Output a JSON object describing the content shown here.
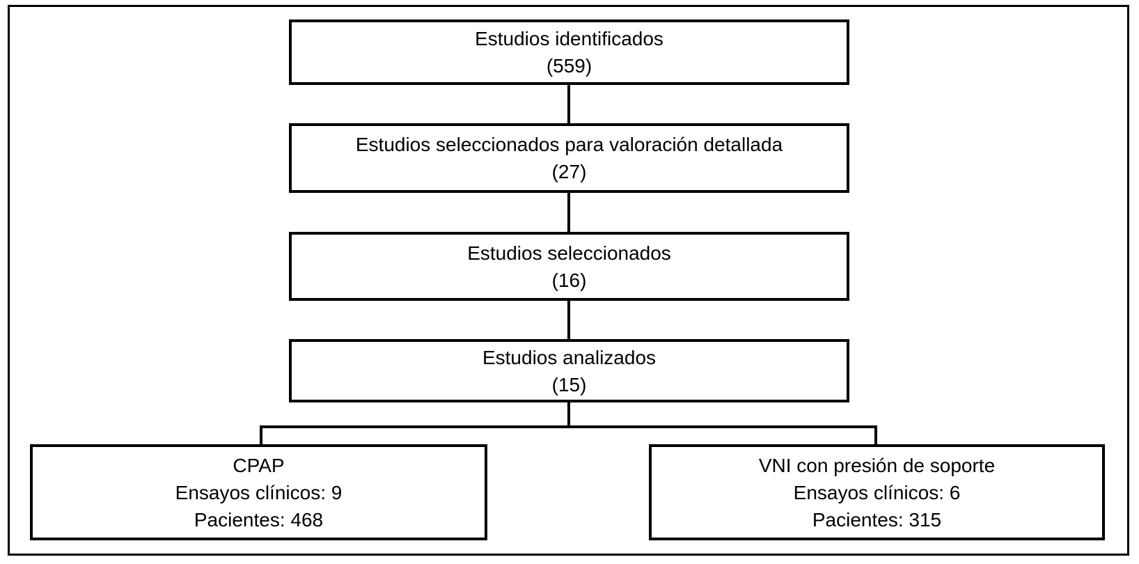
{
  "diagram": {
    "kind": "study-selection-flowchart",
    "colors": {
      "background": "#ffffff",
      "line": "#000000",
      "text": "#000000"
    },
    "flow_boxes": [
      {
        "label": "Estudios identificados",
        "count": "(559)"
      },
      {
        "label": "Estudios seleccionados para valoración detallada",
        "count": "(27)"
      },
      {
        "label": "Estudios seleccionados",
        "count": "(16)"
      },
      {
        "label": "Estudios analizados",
        "count": "(15)"
      }
    ],
    "branches": [
      {
        "title": "CPAP",
        "trials": "Ensayos clínicos: 9",
        "patients": "Pacientes: 468"
      },
      {
        "title": "VNI con presión de soporte",
        "trials": "Ensayos clínicos: 6",
        "patients": "Pacientes: 315"
      }
    ]
  }
}
